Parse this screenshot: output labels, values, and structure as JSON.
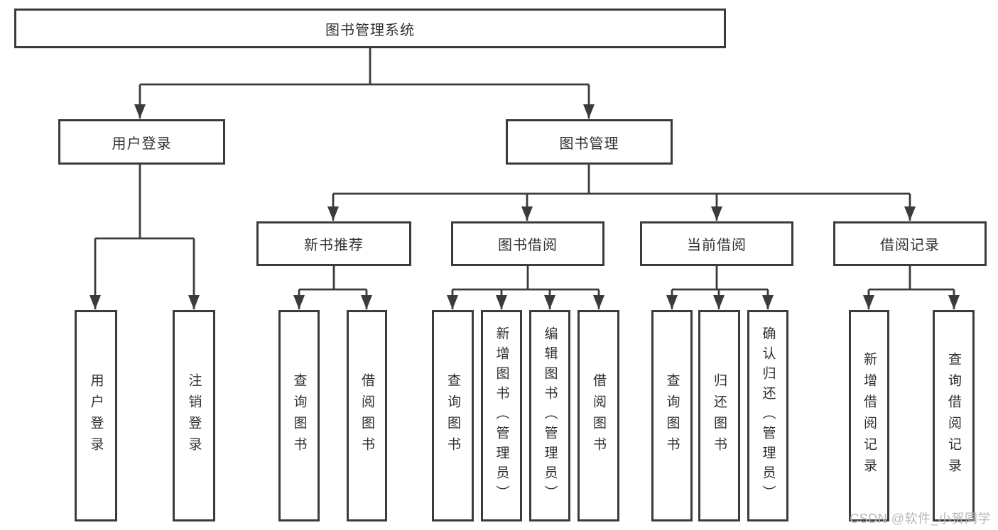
{
  "diagram": {
    "title": "图书管理系统",
    "watermark": "CSDN @软件_小贺同学",
    "colors": {
      "line": "#3b3b3b",
      "text": "#2f2f2f",
      "background": "#ffffff",
      "watermark": "#b7b7b7"
    },
    "hierarchy": {
      "图书管理系统": {
        "用户登录": [
          "用户登录",
          "注销登录"
        ],
        "图书管理": {
          "新书推荐": [
            "查询图书",
            "借阅图书"
          ],
          "图书借阅": [
            "查询图书",
            "新增图书（管理员）",
            "编辑图书（管理员）",
            "借阅图书"
          ],
          "当前借阅": [
            "查询图书",
            "归还图书",
            "确认归还（管理员）"
          ],
          "借阅记录": [
            "新增借阅记录",
            "查询借阅记录"
          ]
        }
      }
    }
  },
  "nodes": {
    "root": {
      "label": "图书管理系统"
    },
    "user_login": {
      "label": "用户登录"
    },
    "book_mgmt": {
      "label": "图书管理"
    },
    "new_book_rec": {
      "label": "新书推荐"
    },
    "book_borrow": {
      "label": "图书借阅"
    },
    "current_borrow": {
      "label": "当前借阅"
    },
    "borrow_records": {
      "label": "借阅记录"
    },
    "leaf_user_login": {
      "label": "用户登录"
    },
    "leaf_logout": {
      "label": "注销登录"
    },
    "leaf_rec_query": {
      "label": "查询图书"
    },
    "leaf_rec_borrow": {
      "label": "借阅图书"
    },
    "leaf_bb_query": {
      "label": "查询图书"
    },
    "leaf_bb_add": {
      "label": "新增图书（管理员）"
    },
    "leaf_bb_edit": {
      "label": "编辑图书（管理员）"
    },
    "leaf_bb_borrow": {
      "label": "借阅图书"
    },
    "leaf_cb_query": {
      "label": "查询图书"
    },
    "leaf_cb_return": {
      "label": "归还图书"
    },
    "leaf_cb_confirm": {
      "label": "确认归还（管理员）"
    },
    "leaf_br_add": {
      "label": "新增借阅记录"
    },
    "leaf_br_query": {
      "label": "查询借阅记录"
    }
  }
}
